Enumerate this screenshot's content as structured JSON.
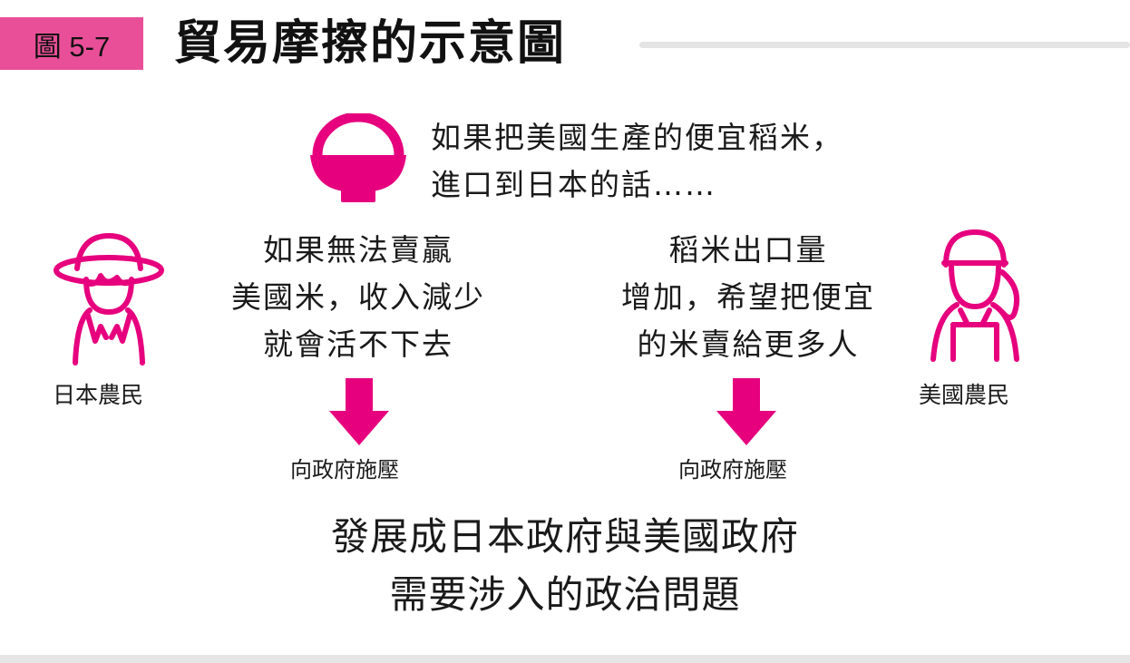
{
  "figure": {
    "label": "圖 5-7",
    "title": "貿易摩擦的示意圖"
  },
  "intro": {
    "lines": [
      "如果把美國生產的便宜稻米，",
      "進口到日本的話……"
    ]
  },
  "japan": {
    "farmer_label": "日本農民",
    "thought_lines": [
      "如果無法賣贏",
      "美國米，收入減少",
      "就會活不下去"
    ],
    "action": "向政府施壓"
  },
  "usa": {
    "farmer_label": "美國農民",
    "thought_lines": [
      "稻米出口量",
      "增加，希望把便宜",
      "的米賣給更多人"
    ],
    "action": "向政府施壓"
  },
  "conclusion": {
    "lines": [
      "發展成日本政府與美國政府",
      "需要涉入的政治問題"
    ]
  },
  "icons": {
    "rice_bowl": "rice-bowl-icon",
    "japan_farmer": "japanese-farmer-icon",
    "us_farmer": "american-farmer-icon",
    "arrow": "arrow-down-icon"
  },
  "colors": {
    "accent": "#e6007e",
    "label_bg": "#e94f98",
    "rule": "#e4e4e4"
  }
}
